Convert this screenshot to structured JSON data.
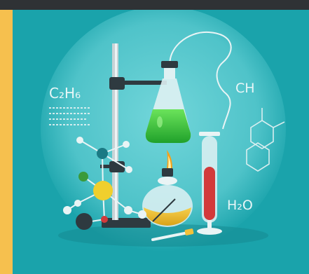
{
  "image": {
    "labels": {
      "formula_c2h6": "C₂H₆",
      "formula_ch": "CH",
      "formula_h2o": "H₂O"
    },
    "colors": {
      "background": "#1aa3ab",
      "glow": "#5fcdd2",
      "frame_top": "#2f3235",
      "frame_left": "#f6c04e",
      "flask_liquid": "#35c43a",
      "tube_liquid": "#d23a3a",
      "bowl_liquid": "#f3c23a"
    }
  }
}
